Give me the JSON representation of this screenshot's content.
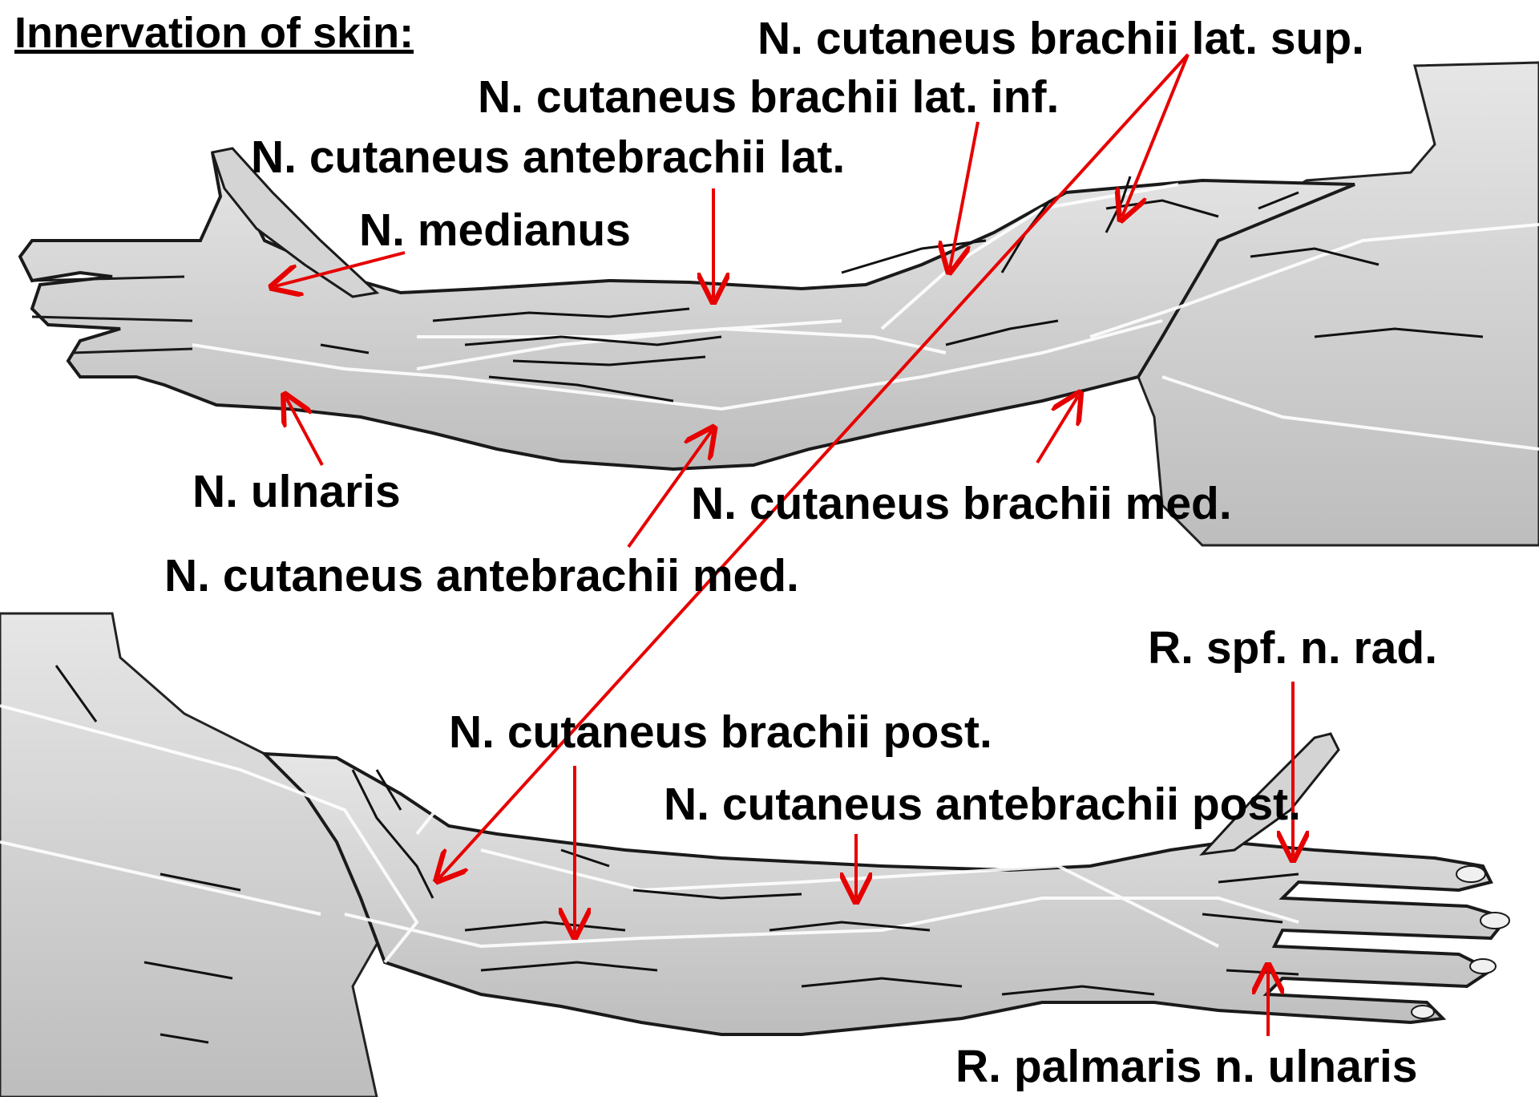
{
  "title": "Innervation of skin:",
  "labels": {
    "brachii_lat_sup": "N. cutaneus brachii lat. sup.",
    "brachii_lat_inf": "N. cutaneus brachii lat. inf.",
    "antebrachii_lat": "N. cutaneus antebrachii lat.",
    "medianus": "N. medianus",
    "ulnaris": "N. ulnaris",
    "brachii_med": "N. cutaneus brachii med.",
    "antebrachii_med": "N. cutaneus antebrachii med.",
    "spf_rad": "R. spf. n. rad.",
    "brachii_post": "N. cutaneus brachii post.",
    "antebrachii_post": "N. cutaneus antebrachii post.",
    "palmaris_ulnaris": "R. palmaris n. ulnaris"
  },
  "colors": {
    "arrow": "#e60000",
    "skin_fill": "#dcdcdc",
    "skin_shade": "#b9b9b9",
    "outline": "#1a1a1a",
    "text": "#000000"
  }
}
